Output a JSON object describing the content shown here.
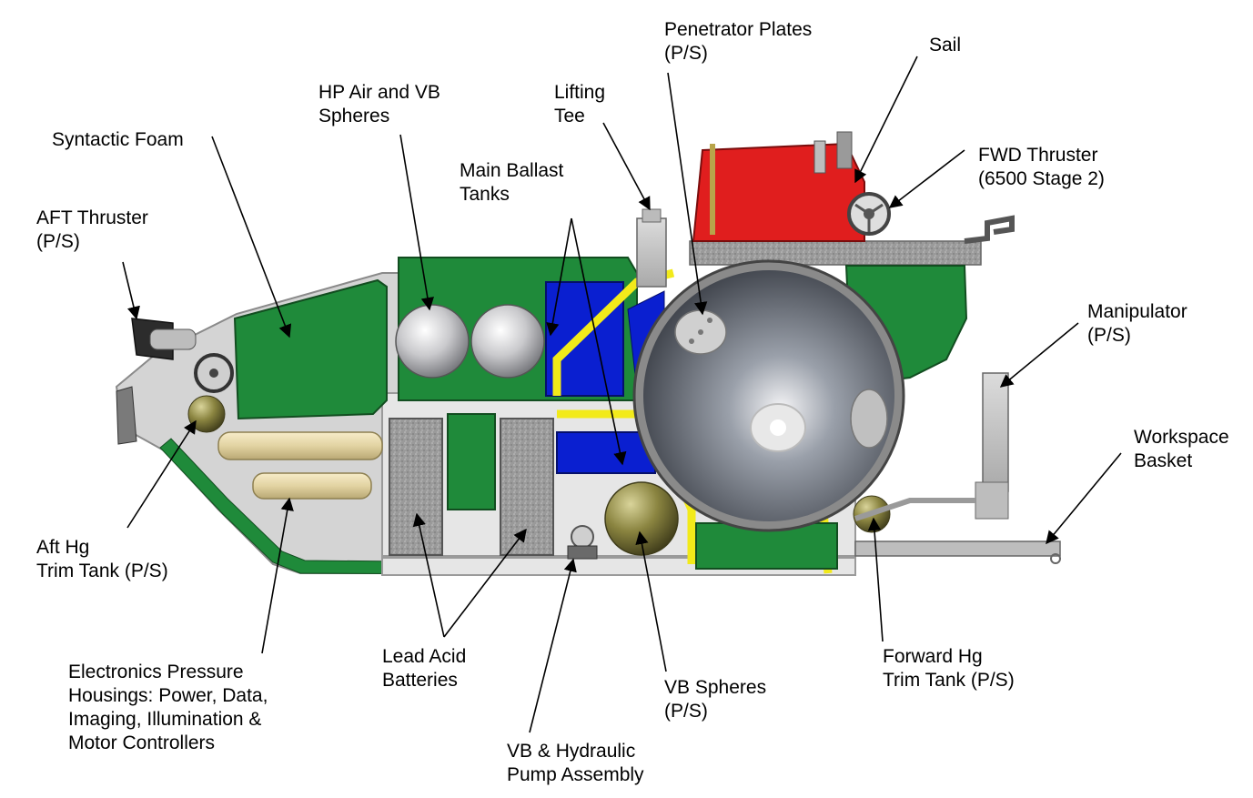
{
  "labels": {
    "penetrator_plates": [
      "Penetrator Plates",
      "(P/S)"
    ],
    "sail": [
      "Sail"
    ],
    "hp_air": [
      "HP Air and VB",
      "Spheres"
    ],
    "lifting_tee": [
      "Lifting",
      "Tee"
    ],
    "syntactic_foam": [
      "Syntactic Foam"
    ],
    "fwd_thruster": [
      "FWD Thruster",
      "(6500 Stage 2)"
    ],
    "main_ballast": [
      "Main Ballast",
      "Tanks"
    ],
    "aft_thruster": [
      "AFT Thruster",
      "(P/S)"
    ],
    "manipulator": [
      "Manipulator",
      "(P/S)"
    ],
    "workspace_basket": [
      "Workspace",
      "Basket"
    ],
    "aft_hg": [
      "Aft Hg",
      "Trim Tank (P/S)"
    ],
    "lead_acid": [
      "Lead Acid",
      "Batteries"
    ],
    "forward_hg": [
      "Forward Hg",
      "Trim Tank (P/S)"
    ],
    "electronics": [
      "Electronics Pressure",
      "Housings:  Power, Data,",
      "Imaging, Illumination &",
      "Motor Controllers"
    ],
    "vb_spheres": [
      "VB Spheres",
      "(P/S)"
    ],
    "vb_pump": [
      "VB & Hydraulic",
      "Pump Assembly"
    ]
  },
  "colors": {
    "foam_green": "#1f8a3a",
    "sail_red": "#e01e1e",
    "ballast_blue": "#0a1fd0",
    "frame_yellow": "#f2ea1a",
    "hull_gray": "#c8c8c8",
    "sphere_dark": "#5a5e66",
    "bronze": "#8a8440"
  },
  "icons": [
    "aft-thruster-icon",
    "fwd-thruster-icon",
    "pressure-sphere-icon"
  ]
}
